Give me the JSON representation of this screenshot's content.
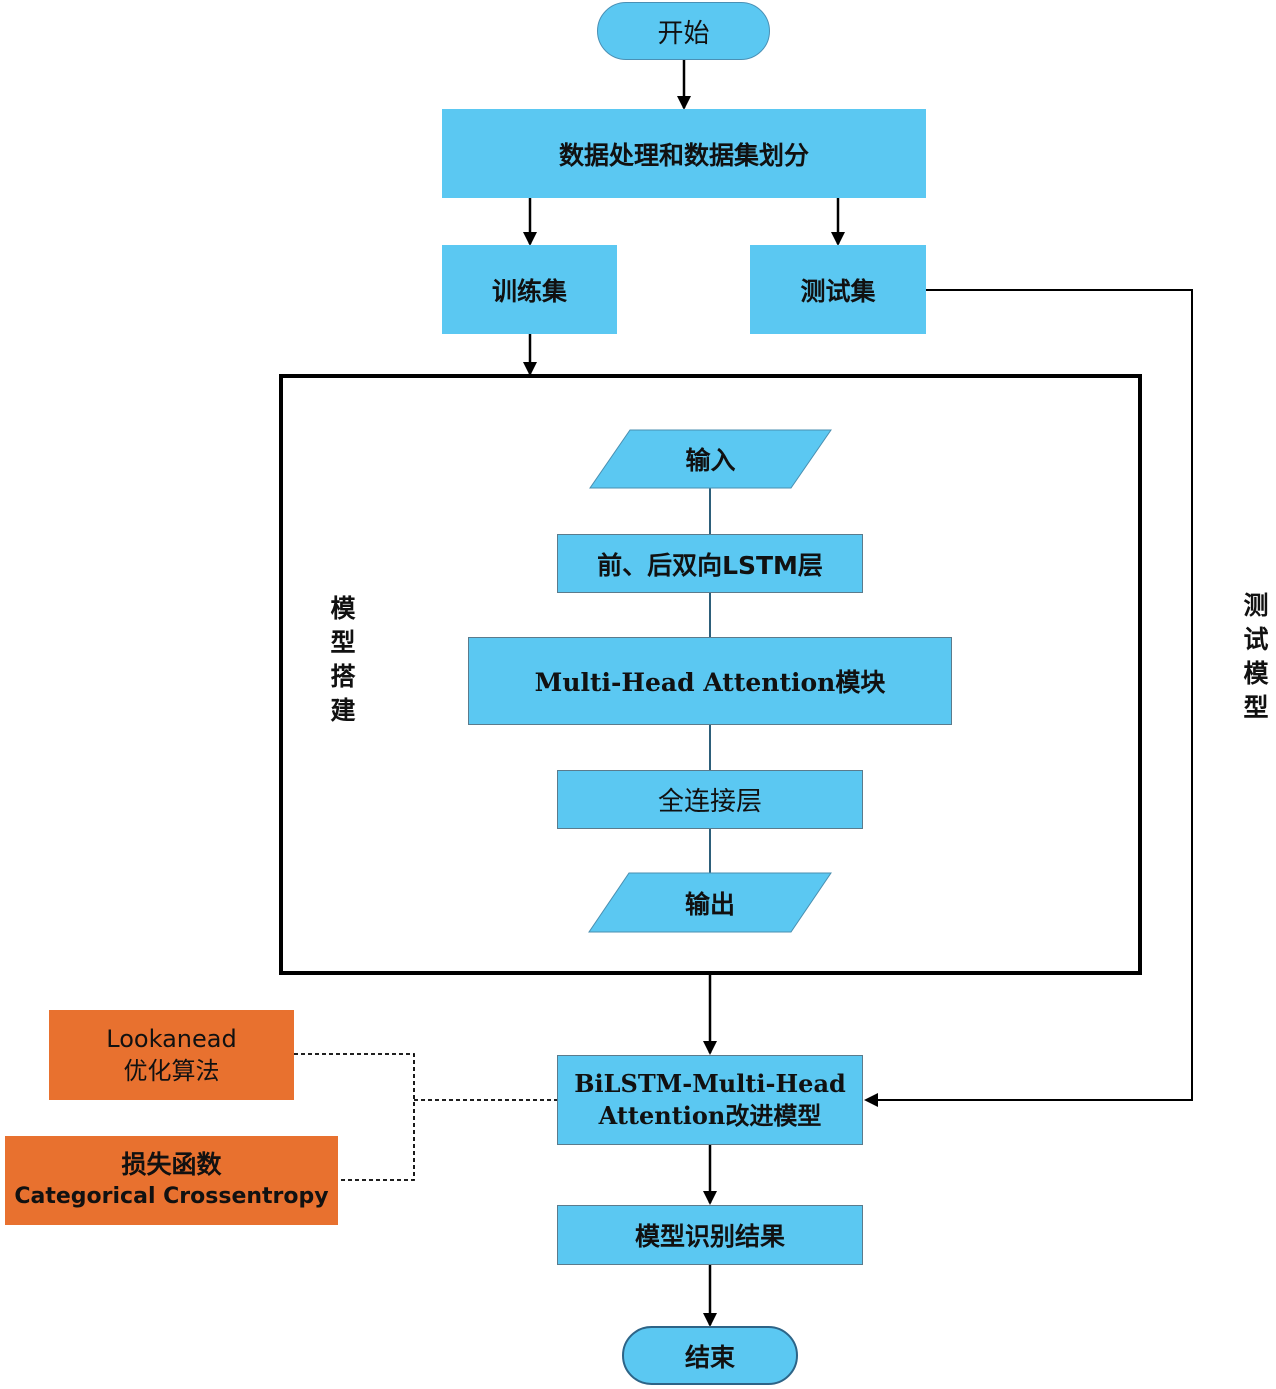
{
  "nodes": {
    "start": "开始",
    "data_processing": "数据处理和数据集划分",
    "train_set": "训练集",
    "test_set": "测试集",
    "input": "输入",
    "bilstm_layer": "前、后双向LSTM层",
    "mha_module": "Multi-Head Attention模块",
    "dense_layer": "全连接层",
    "output": "输出",
    "improved_model_line1": "BiLSTM-Multi-Head",
    "improved_model_line2": "Attention改进模型",
    "result": "模型识别结果",
    "end": "结束"
  },
  "side_boxes": {
    "optimizer_line1": "Lookanead",
    "optimizer_line2": "优化算法",
    "loss_line1": "损失函数",
    "loss_line2": "Categorical Crossentropy"
  },
  "labels": {
    "model_building": "模型搭建",
    "test_model": "测试模型"
  },
  "colors": {
    "node_fill": "#5BC8F2",
    "side_box_fill": "#E8712F",
    "line": "#000000"
  }
}
